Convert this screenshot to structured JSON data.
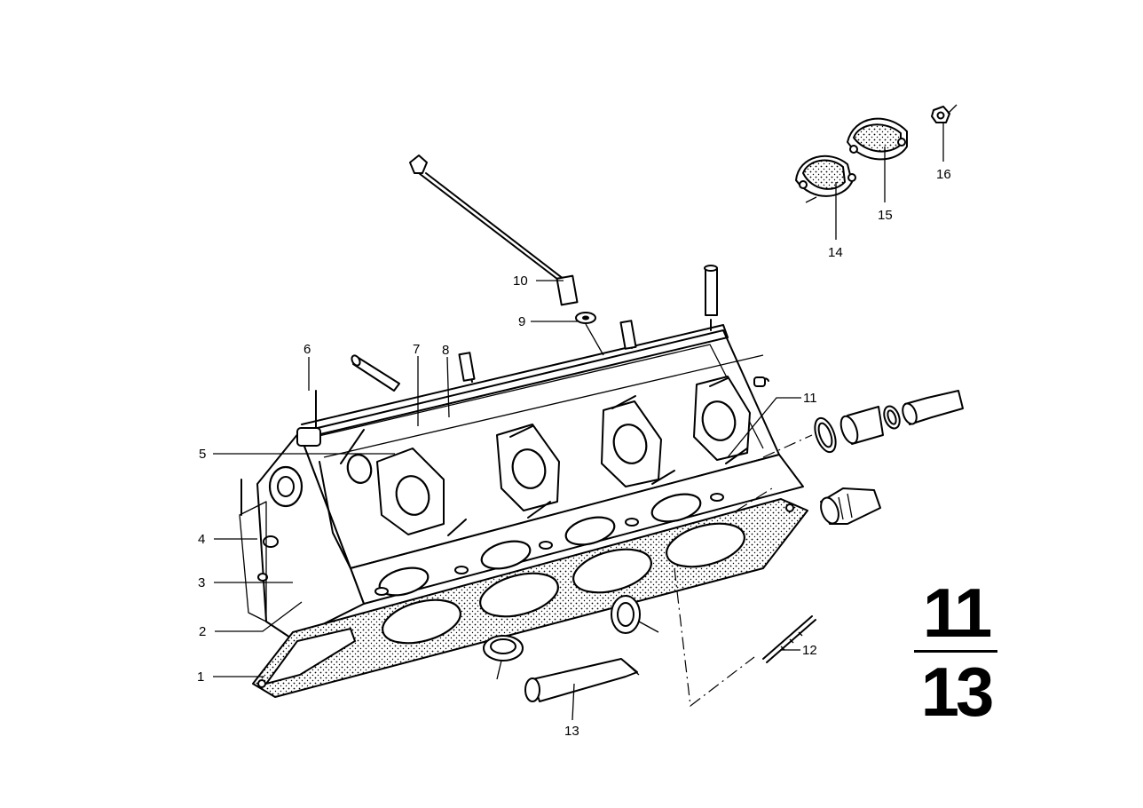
{
  "diagram": {
    "group_number": {
      "top": "11",
      "bottom": "13"
    },
    "callouts": [
      {
        "id": "1",
        "text": "1"
      },
      {
        "id": "2",
        "text": "2"
      },
      {
        "id": "3",
        "text": "3"
      },
      {
        "id": "4",
        "text": "4"
      },
      {
        "id": "5",
        "text": "5"
      },
      {
        "id": "6",
        "text": "6"
      },
      {
        "id": "7",
        "text": "7"
      },
      {
        "id": "8",
        "text": "8"
      },
      {
        "id": "9",
        "text": "9"
      },
      {
        "id": "10",
        "text": "10"
      },
      {
        "id": "11",
        "text": "11"
      },
      {
        "id": "12",
        "text": "12"
      },
      {
        "id": "13",
        "text": "13"
      },
      {
        "id": "14",
        "text": "14"
      },
      {
        "id": "15",
        "text": "15"
      },
      {
        "id": "16",
        "text": "16"
      }
    ]
  }
}
